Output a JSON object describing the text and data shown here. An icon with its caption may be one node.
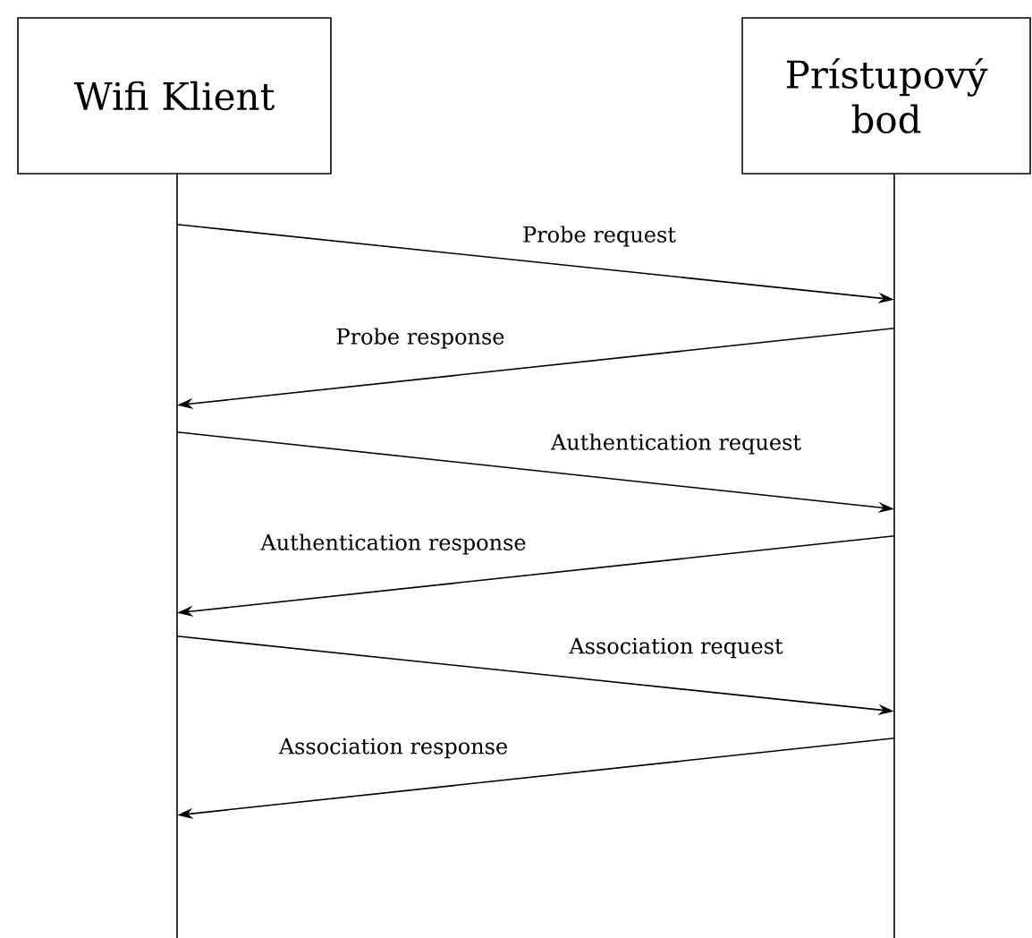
{
  "diagram": {
    "nodes": [
      {
        "text": [
          "Wifi Klient"
        ]
      },
      {
        "text": [
          "Prístupový bod"
        ]
      }
    ],
    "edges": [
      {
        "from": 0,
        "to": 1,
        "arrow": "to",
        "label": "Probe request"
      },
      {
        "from": 1,
        "to": 0,
        "arrow": "to",
        "label": "Probe response"
      },
      {
        "from": 0,
        "to": 1,
        "arrow": "to",
        "label": "Authentication request"
      },
      {
        "from": 1,
        "to": 0,
        "arrow": "to",
        "label": "Authentication response"
      },
      {
        "from": 0,
        "to": 1,
        "arrow": "to",
        "label": "Association request"
      },
      {
        "from": 1,
        "to": 0,
        "arrow": "to",
        "label": "Association response"
      }
    ]
  }
}
